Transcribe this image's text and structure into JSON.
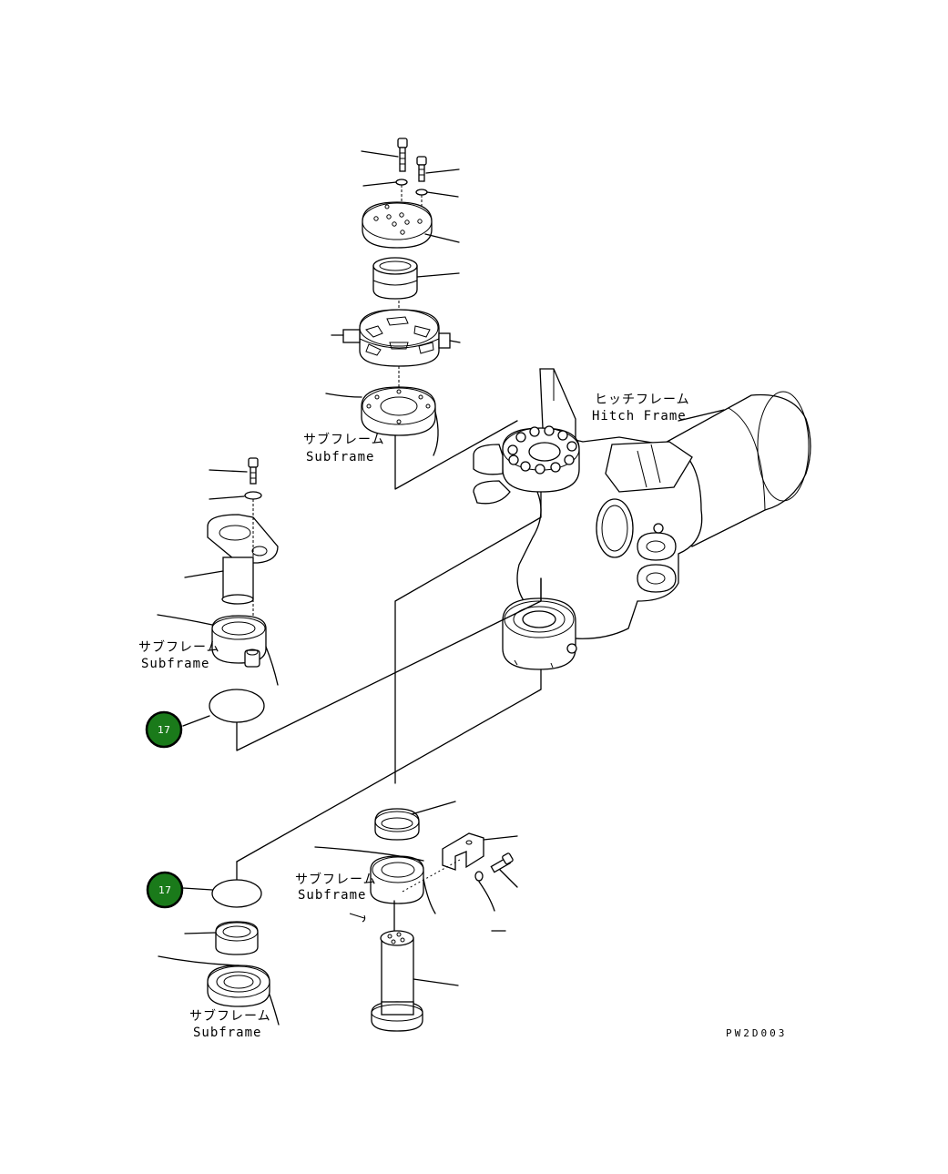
{
  "labels": {
    "hitch_frame_jp": "ヒッチフレーム",
    "hitch_frame_en": "Hitch Frame",
    "subframe_jp": "サブフレーム",
    "subframe_en": "Subframe"
  },
  "callouts": [
    {
      "id": "17",
      "label": "17"
    },
    {
      "id": "17",
      "label": "17"
    }
  ],
  "drawing_code": "PW2D003",
  "colors": {
    "badge_fill": "#1a7a1a",
    "line": "#000000",
    "background": "#ffffff"
  }
}
